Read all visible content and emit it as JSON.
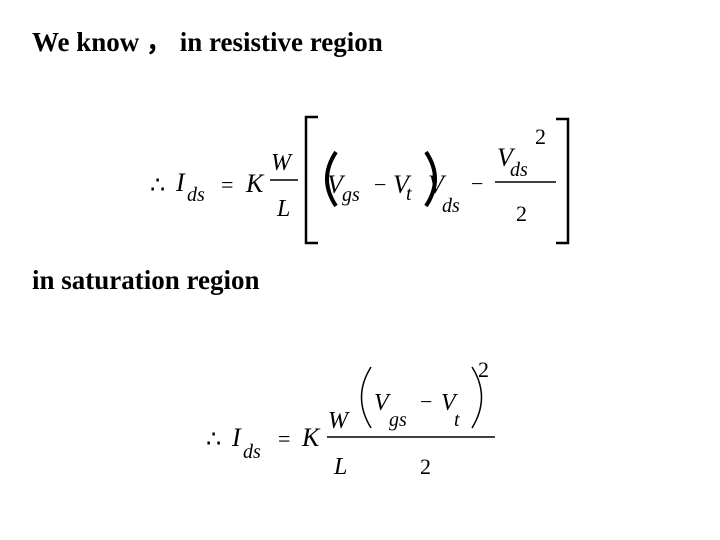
{
  "slide": {
    "heading_resistive": "We know ， in resistive region",
    "heading_saturation": "in saturation region"
  },
  "eq_resistive": {
    "therefore": "∴",
    "I": "I",
    "ds": "ds",
    "equals": "=",
    "K": "K",
    "W": "W",
    "L": "L",
    "V_gs": "V",
    "gs": "gs",
    "minus": "−",
    "V_t": "V",
    "t": "t",
    "V_ds": "V",
    "ds_sub": "ds",
    "minus2": "−",
    "V_ds2": "V",
    "ds_sub2": "ds",
    "exp2": "2",
    "den2": "2"
  },
  "eq_saturation": {
    "therefore": "∴",
    "I": "I",
    "ds": "ds",
    "equals": "=",
    "K": "K",
    "W": "W",
    "L": "L",
    "V_gs": "V",
    "gs": "gs",
    "minus": "−",
    "V_t": "V",
    "t": "t",
    "exp2": "2",
    "den2": "2"
  }
}
